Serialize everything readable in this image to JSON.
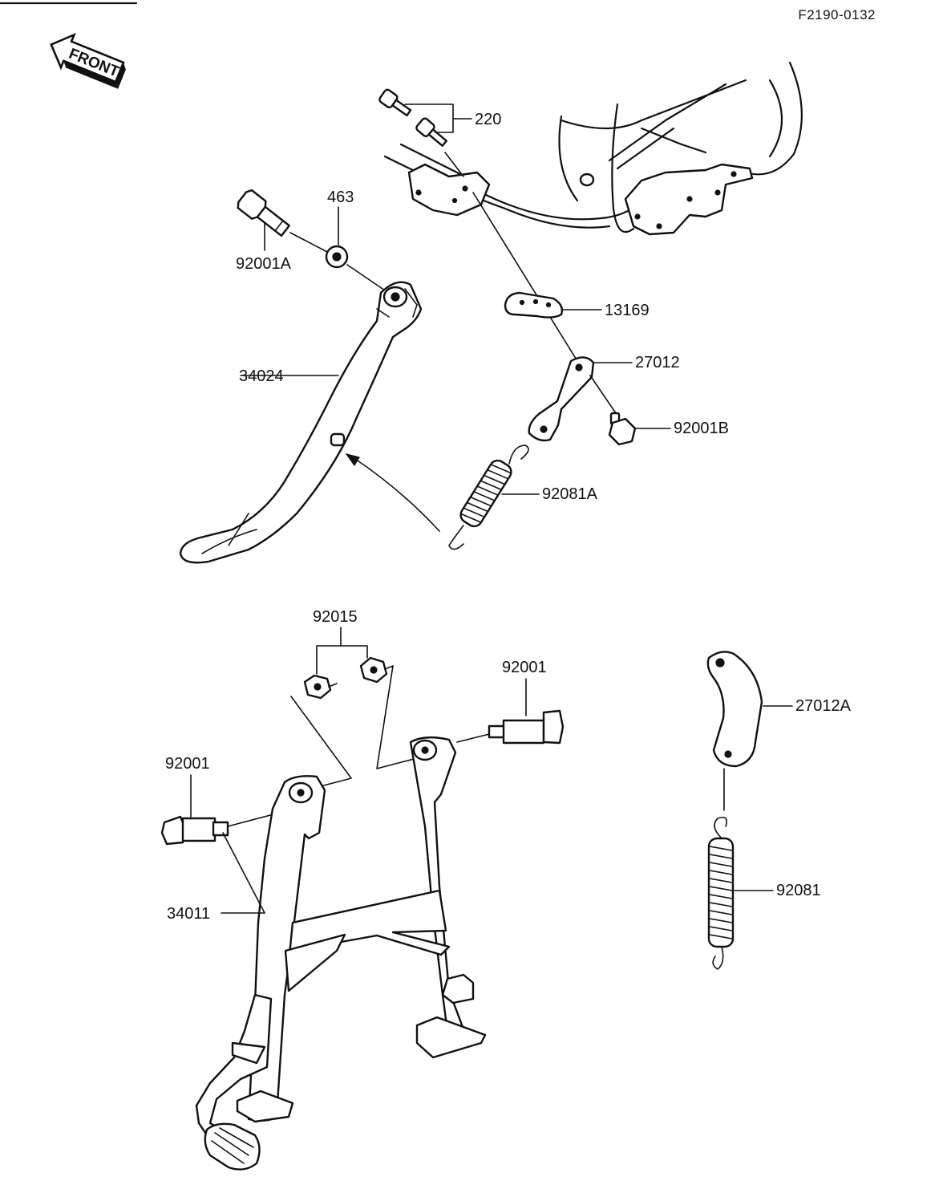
{
  "figure_code": "F2190-0132",
  "front_badge": "FRONT",
  "callouts": {
    "p220": "220",
    "p463": "463",
    "p92001A": "92001A",
    "p34024": "34024",
    "p13169": "13169",
    "p27012": "27012",
    "p92001B": "92001B",
    "p92081A": "92081A",
    "p92015": "92015",
    "p92001_right": "92001",
    "p92001_left": "92001",
    "p27012A": "27012A",
    "p34011": "34011",
    "p92081": "92081"
  }
}
